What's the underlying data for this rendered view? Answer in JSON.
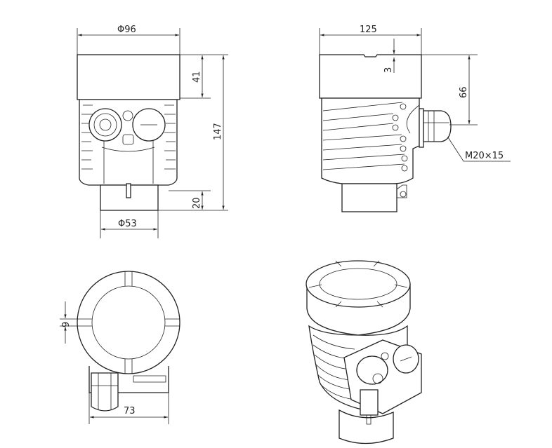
{
  "title": "Ultrasonic level transmitter dimension drawing",
  "front_view": {
    "top_diameter": "Φ96",
    "cap_height": "41",
    "total_height": "147",
    "neck_height": "20",
    "neck_diameter": "Φ53"
  },
  "side_view": {
    "width": "125",
    "gap": "3",
    "gland_offset": "66",
    "cable_gland": "M20×15"
  },
  "top_view": {
    "rib_width": "9",
    "width": "73"
  }
}
